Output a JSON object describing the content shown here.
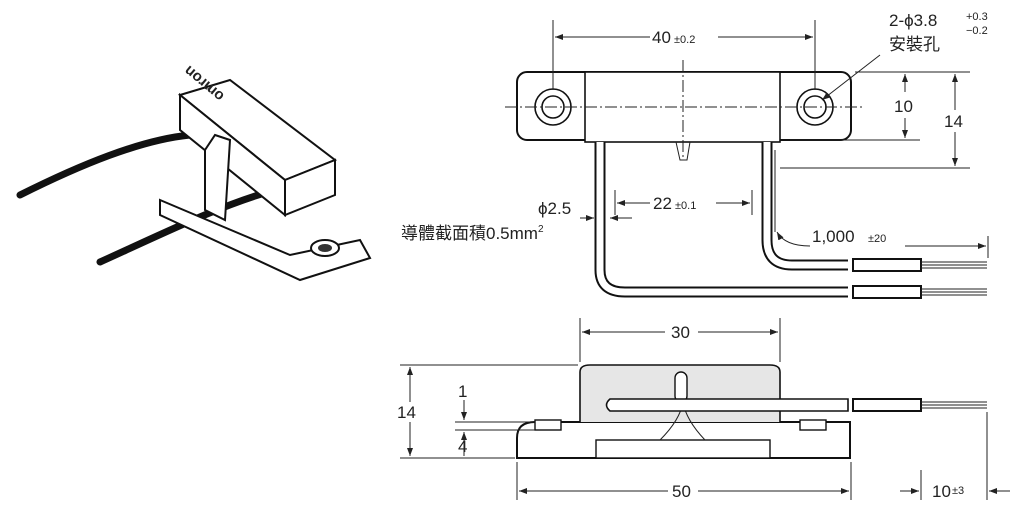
{
  "product_photo": {
    "logo_text": "omron"
  },
  "top_view": {
    "hole_spacing": {
      "value": "40",
      "tol": "±0.2"
    },
    "hole_spec": {
      "value": "2-ϕ3.8",
      "tol_plus": "+0.3",
      "tol_minus": "−0.2",
      "label": "安裝孔"
    },
    "height_inner": "10",
    "height_outer": "14",
    "wire_spacing": {
      "value": "22",
      "tol": "±0.1"
    },
    "wire_diameter": "ϕ2.5",
    "conductor_area": "導體截面積0.5mm",
    "conductor_area_sup": "2",
    "wire_length": {
      "value": "1,000",
      "tol": "±20"
    }
  },
  "side_view": {
    "body_width": "30",
    "total_length": "50",
    "height": "14",
    "dim_1": "1",
    "dim_4": "4",
    "strip_length": {
      "value": "10",
      "tol": "±3"
    }
  }
}
